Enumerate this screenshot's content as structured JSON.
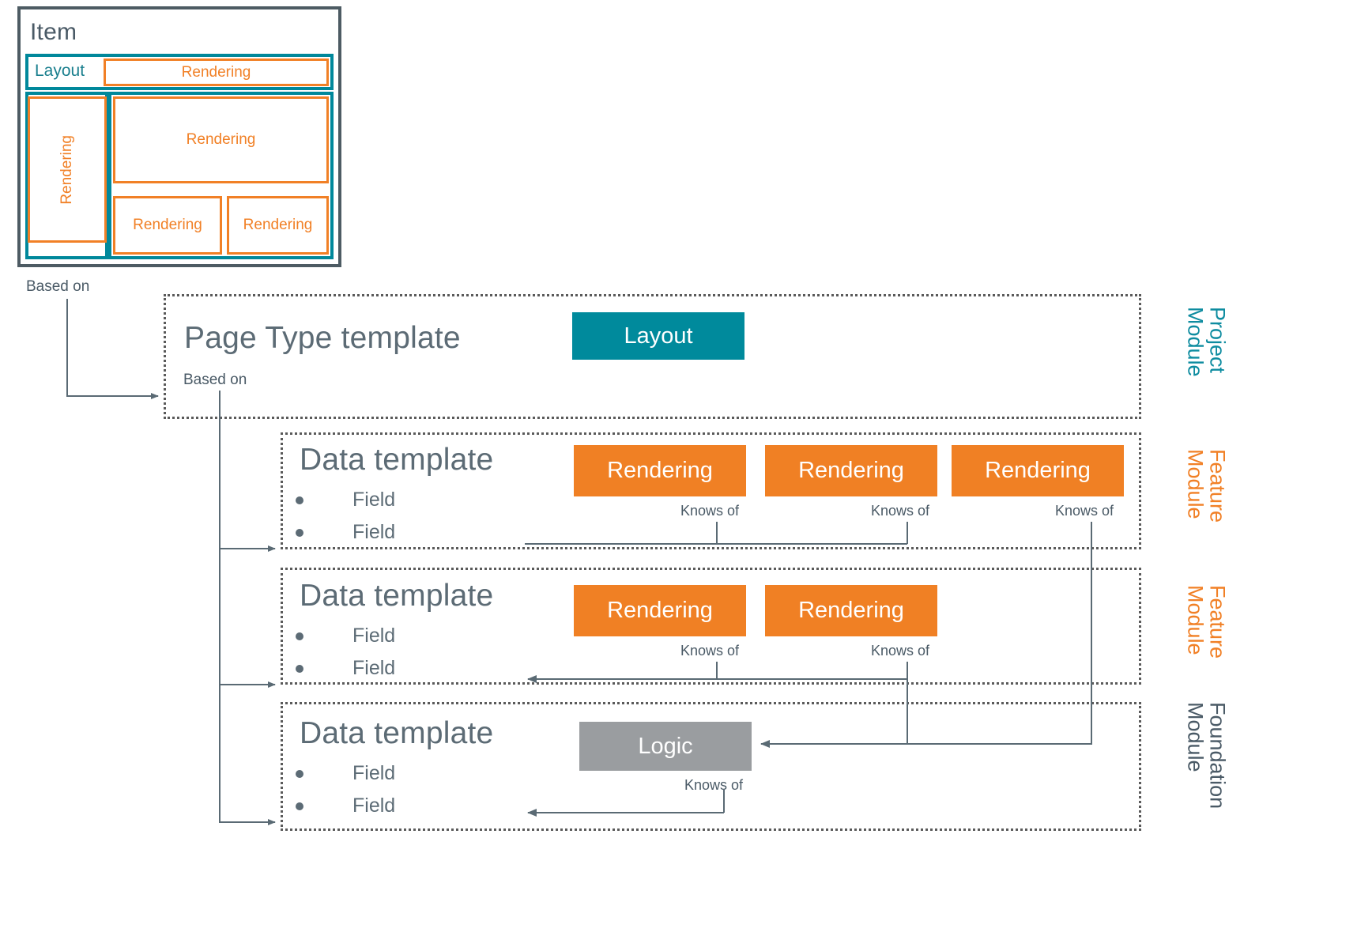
{
  "item_card": {
    "title": "Item",
    "layout_label": "Layout",
    "renderings": {
      "top": "Rendering",
      "vertical": "Rendering",
      "big": "Rendering",
      "small_1": "Rendering",
      "small_2": "Rendering"
    }
  },
  "relations": {
    "based_on_item": "Based on",
    "based_on_page_type": "Based on",
    "knows_of": "Knows of"
  },
  "modules": {
    "project": {
      "side_label": "Project\nModule",
      "color": "#0e8ca0",
      "heading": "Page Type template",
      "boxes": [
        {
          "label": "Layout",
          "kind": "layout",
          "color": "#008a9c"
        }
      ]
    },
    "feature_1": {
      "side_label": "Feature\nModule",
      "color": "#f18026",
      "heading": "Data template",
      "fields": [
        "Field",
        "Field"
      ],
      "boxes": [
        {
          "label": "Rendering",
          "kind": "rendering",
          "color": "#f08024",
          "knows_of": "Knows of"
        },
        {
          "label": "Rendering",
          "kind": "rendering",
          "color": "#f08024",
          "knows_of": "Knows of"
        },
        {
          "label": "Rendering",
          "kind": "rendering",
          "color": "#f08024",
          "knows_of": "Knows of"
        }
      ]
    },
    "feature_2": {
      "side_label": "Feature\nModule",
      "color": "#f18026",
      "heading": "Data template",
      "fields": [
        "Field",
        "Field"
      ],
      "boxes": [
        {
          "label": "Rendering",
          "kind": "rendering",
          "color": "#f08024",
          "knows_of": "Knows of"
        },
        {
          "label": "Rendering",
          "kind": "rendering",
          "color": "#f08024",
          "knows_of": "Knows of"
        }
      ]
    },
    "foundation": {
      "side_label": "Foundation\nModule",
      "color": "#4a5a66",
      "heading": "Data template",
      "fields": [
        "Field",
        "Field"
      ],
      "boxes": [
        {
          "label": "Logic",
          "kind": "logic",
          "color": "#9a9da0",
          "knows_of": "Knows of"
        }
      ]
    }
  },
  "palette": {
    "teal": "#008a9c",
    "teal_text": "#1a7f8e",
    "orange": "#f08024",
    "orange_outline": "#f18026",
    "gray_logic": "#9a9da0",
    "text_slate": "#4a5a66",
    "frame_dark": "#4d5b63",
    "dotted_gray": "#5a5a5a"
  }
}
